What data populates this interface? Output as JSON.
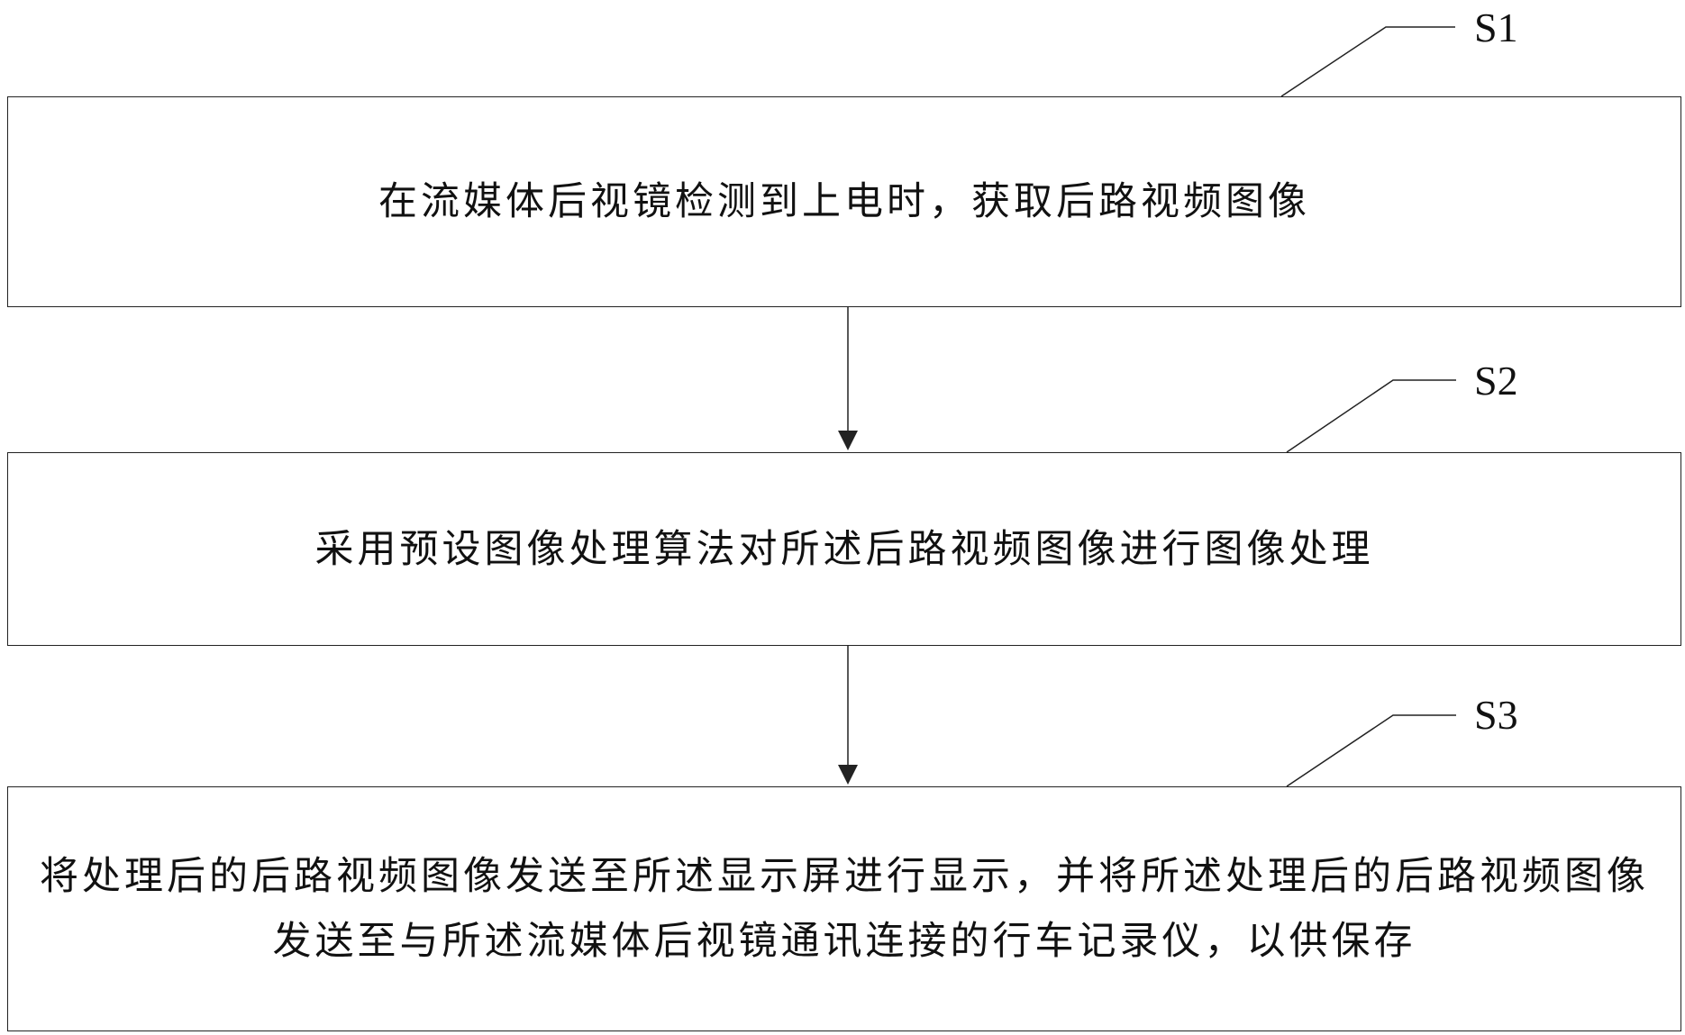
{
  "steps": [
    {
      "id": "S1",
      "label": "S1",
      "text": "在流媒体后视镜检测到上电时，获取后路视频图像"
    },
    {
      "id": "S2",
      "label": "S2",
      "text": "采用预设图像处理算法对所述后路视频图像进行图像处理"
    },
    {
      "id": "S3",
      "label": "S3",
      "text": "将处理后的后路视频图像发送至所述显示屏进行显示，并将所述处理后的后路视频图像发送至与所述流媒体后视镜通讯连接的行车记录仪，以供保存"
    }
  ],
  "colors": {
    "stroke": "#222222",
    "text": "#111111",
    "background": "#ffffff"
  }
}
